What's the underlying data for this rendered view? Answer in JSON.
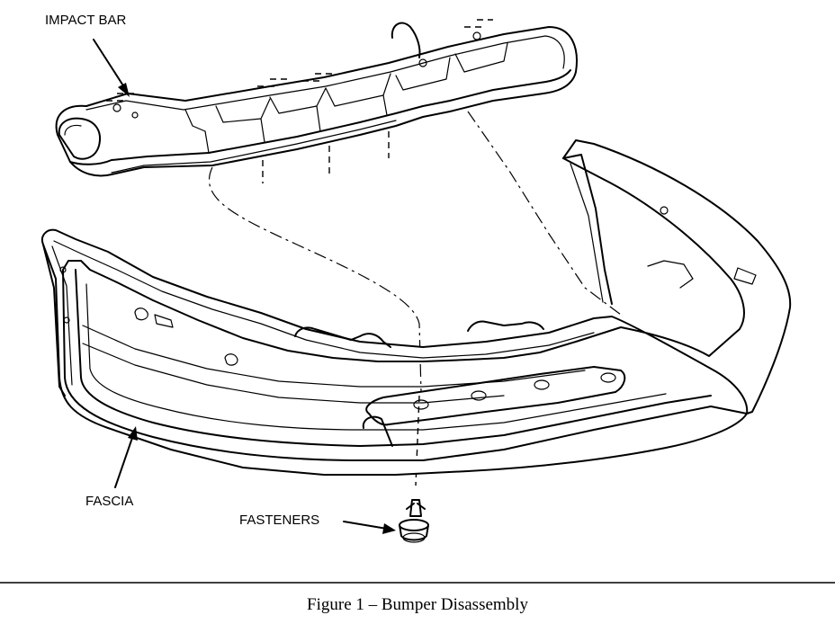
{
  "labels": {
    "impact_bar": "IMPACT BAR",
    "fascia": "FASCIA",
    "fasteners": "FASTENERS"
  },
  "caption": "Figure 1 – Bumper Disassembly"
}
